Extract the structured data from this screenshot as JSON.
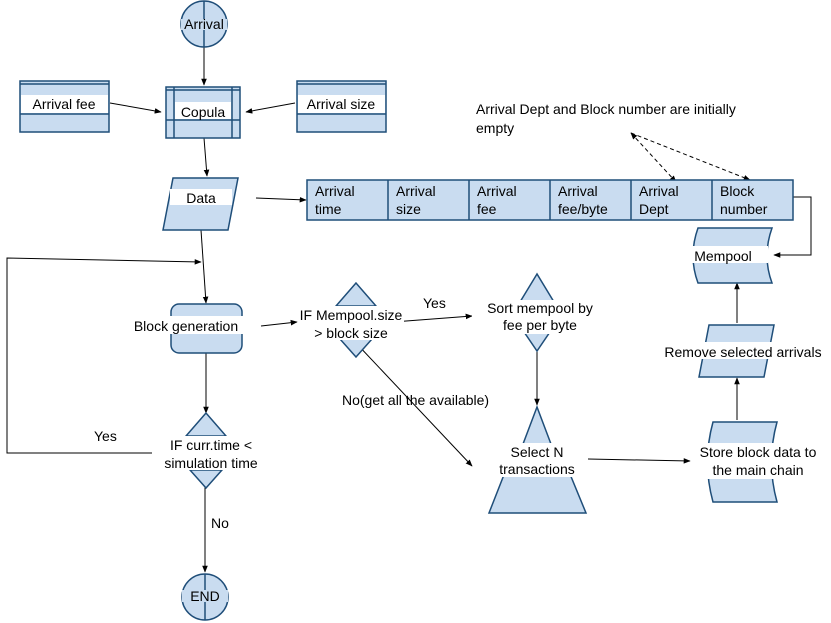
{
  "colors": {
    "fill": "#c9dcf0",
    "stroke": "#1f4e79",
    "line": "#000000"
  },
  "nodes": {
    "arrival": "Arrival",
    "end": "END",
    "arrival_fee": "Arrival fee",
    "arrival_size": "Arrival size",
    "copula": "Copula",
    "data": "Data",
    "block_generation": "Block generation",
    "mempool_check": [
      "IF Mempool.size",
      "> block size"
    ],
    "sort_mempool": [
      "Sort mempool by",
      "fee per byte"
    ],
    "select_n": [
      "Select N",
      "transactions"
    ],
    "store_block": [
      "Store block data to",
      "the main chain"
    ],
    "remove_selected": "Remove selected arrivals",
    "mempool": "Mempool",
    "time_check": [
      "IF curr.time <",
      "simulation time"
    ]
  },
  "data_table": {
    "columns": [
      [
        "Arrival",
        "time"
      ],
      [
        "Arrival",
        "size"
      ],
      [
        "Arrival",
        "fee"
      ],
      [
        "Arrival",
        "fee/byte"
      ],
      [
        "Arrival",
        "Dept"
      ],
      [
        "Block",
        "number"
      ]
    ]
  },
  "annotation": [
    "Arrival Dept and Block number are initially",
    "empty"
  ],
  "edge_labels": {
    "yes_sort": "Yes",
    "no_select": "No(get all the available)",
    "yes_loop": "Yes",
    "no_end": "No"
  }
}
